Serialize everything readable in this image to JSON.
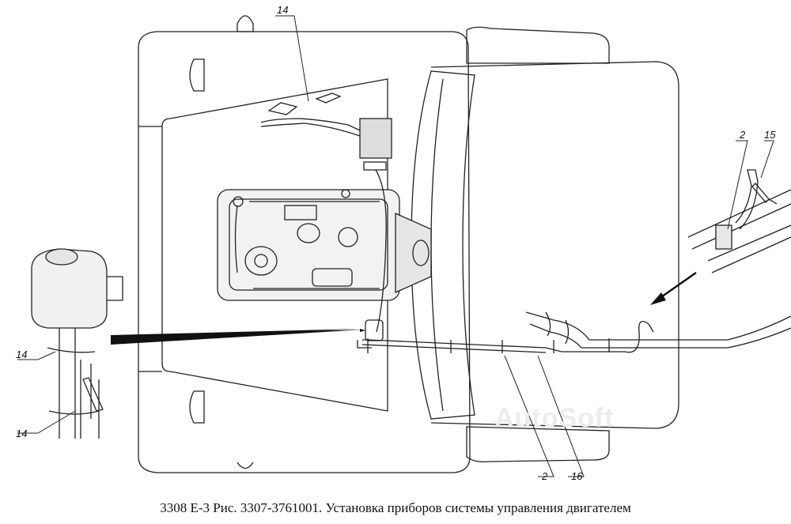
{
  "caption": "3308 Е-3 Рис. 3307-3761001. Установка приборов системы управления двигателем",
  "watermark": "AutoSoft",
  "callouts": {
    "top": "14",
    "left_upper": "14",
    "left_lower": "14",
    "right_2": "2",
    "right_15": "15",
    "bottom_2": "2",
    "bottom_16": "16"
  }
}
